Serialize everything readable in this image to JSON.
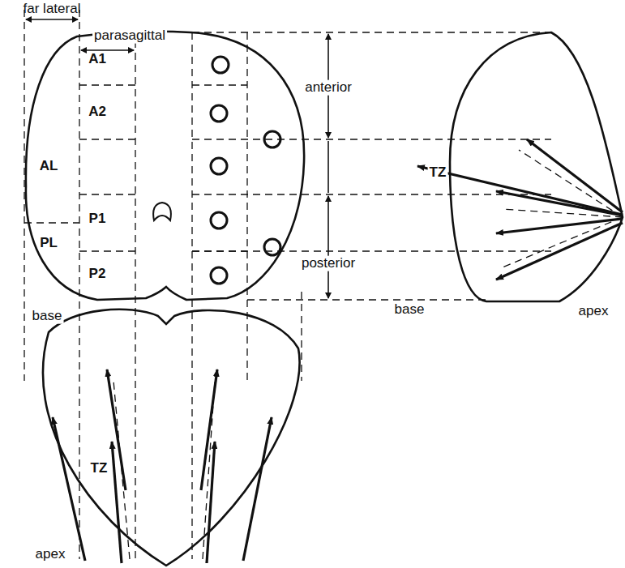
{
  "diagram": {
    "labels": [
      "far lateral",
      "parasagittal",
      "A1",
      "anterior",
      "A2",
      "AL",
      "TZ",
      "P1",
      "PL",
      "P2",
      "posterior",
      "base",
      "base",
      "apex",
      "TZ",
      "apex"
    ]
  }
}
